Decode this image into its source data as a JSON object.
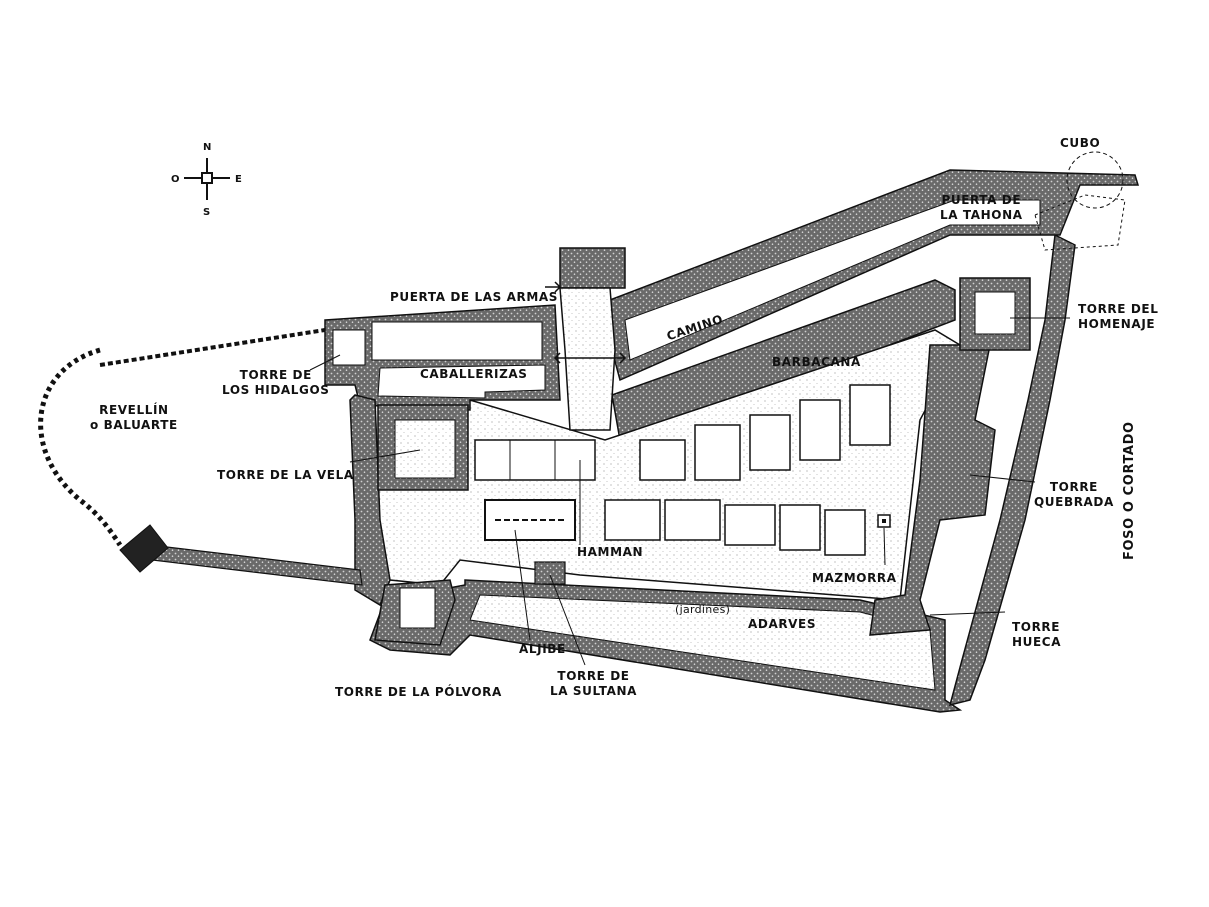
{
  "compass": {
    "n": "N",
    "s": "S",
    "e": "E",
    "o": "O"
  },
  "labels": {
    "cubo": "CUBO",
    "puerta_tahona": [
      "PUERTA DE",
      "LA TAHONA"
    ],
    "puerta_armas": "PUERTA DE LAS ARMAS",
    "camino": "CAMINO",
    "barbacana": "BARBACANA",
    "torre_homenaje": [
      "TORRE DEL",
      "HOMENAJE"
    ],
    "torre_hidalgos": [
      "TORRE DE",
      "LOS HIDALGOS"
    ],
    "caballerizas": "CABALLERIZAS",
    "revellin": [
      "REVELLÍN",
      "o BALUARTE"
    ],
    "torre_vela": "TORRE DE LA VELA",
    "torre_quebrada": [
      "TORRE",
      "QUEBRADA"
    ],
    "foso": "FOSO O CORTADO",
    "hamman": "HAMMAN",
    "mazmorra": "MAZMORRA",
    "jardines": "(jardines)",
    "adarves": "ADARVES",
    "torre_hueca": [
      "TORRE",
      "HUECA"
    ],
    "aljibe": "ALJIBE",
    "torre_sultana": [
      "TORRE DE",
      "LA SULTANA"
    ],
    "torre_polvora": "TORRE DE LA PÓLVORA"
  }
}
